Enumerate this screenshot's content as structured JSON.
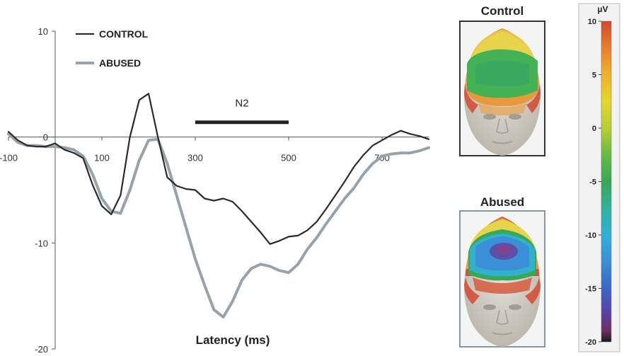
{
  "chart_data": {
    "type": "line",
    "xlabel": "Latency (ms)",
    "ylabel": "",
    "xlim": [
      -100,
      800
    ],
    "ylim": [
      -20,
      10
    ],
    "x_ticks": [
      {
        "value": -100,
        "label": "-100"
      },
      {
        "value": 100,
        "label": "100"
      },
      {
        "value": 300,
        "label": "300"
      },
      {
        "value": 500,
        "label": "500"
      },
      {
        "value": 700,
        "label": "700"
      }
    ],
    "y_ticks": [
      {
        "value": 10,
        "label": "10"
      },
      {
        "value": 0,
        "label": "0"
      },
      {
        "value": -10,
        "label": "-10"
      },
      {
        "value": -20,
        "label": "-20"
      }
    ],
    "legend_position": "top-left",
    "annotation": {
      "label": "N2",
      "x_start": 300,
      "x_end": 500,
      "y": 1.4
    },
    "series": [
      {
        "name": "CONTROL",
        "color": "#2b2b2b",
        "x": [
          -100,
          -80,
          -60,
          -40,
          -20,
          0,
          20,
          40,
          60,
          80,
          100,
          120,
          140,
          160,
          180,
          200,
          220,
          240,
          260,
          280,
          300,
          320,
          340,
          360,
          380,
          400,
          420,
          440,
          460,
          480,
          500,
          520,
          540,
          560,
          580,
          600,
          620,
          640,
          660,
          680,
          700,
          720,
          740,
          760,
          780,
          800
        ],
        "y": [
          0.5,
          -0.3,
          -0.8,
          -0.9,
          -0.9,
          -0.6,
          -1.2,
          -1.5,
          -2.0,
          -4.5,
          -6.5,
          -7.3,
          -5.5,
          0.0,
          3.5,
          4.1,
          0.0,
          -3.8,
          -4.6,
          -4.9,
          -5.0,
          -5.8,
          -6.0,
          -5.8,
          -6.1,
          -7.0,
          -8.0,
          -9.0,
          -10.1,
          -9.8,
          -9.4,
          -9.3,
          -8.8,
          -8.0,
          -6.8,
          -5.5,
          -4.2,
          -2.8,
          -1.7,
          -0.8,
          -0.3,
          0.2,
          0.6,
          0.3,
          0.1,
          -0.2
        ]
      },
      {
        "name": "ABUSED",
        "color": "#96a2ac",
        "x": [
          -100,
          -80,
          -60,
          -40,
          -20,
          0,
          20,
          40,
          60,
          80,
          100,
          120,
          140,
          160,
          180,
          200,
          220,
          240,
          260,
          280,
          300,
          320,
          340,
          360,
          380,
          400,
          420,
          440,
          460,
          480,
          500,
          520,
          540,
          560,
          580,
          600,
          620,
          640,
          660,
          680,
          700,
          720,
          740,
          760,
          780,
          800
        ],
        "y": [
          0.3,
          -0.5,
          -0.8,
          -0.8,
          -0.9,
          -0.9,
          -1.0,
          -1.2,
          -1.8,
          -3.5,
          -5.8,
          -7.0,
          -7.2,
          -5.0,
          -2.2,
          -0.3,
          -0.2,
          -2.5,
          -5.5,
          -8.5,
          -11.5,
          -14.0,
          -16.3,
          -17.0,
          -15.5,
          -13.5,
          -12.4,
          -12.0,
          -12.2,
          -12.6,
          -12.8,
          -12.0,
          -10.6,
          -9.5,
          -8.2,
          -7.0,
          -5.8,
          -4.8,
          -3.5,
          -2.5,
          -1.8,
          -1.6,
          -1.5,
          -1.5,
          -1.3,
          -1.0
        ]
      }
    ]
  },
  "topomaps": [
    {
      "title": "Control",
      "kind": "control"
    },
    {
      "title": "Abused",
      "kind": "abused"
    }
  ],
  "colorbar": {
    "unit": "µV",
    "range": [
      -20,
      10
    ],
    "ticks": [
      {
        "value": 10,
        "label": "10"
      },
      {
        "value": 5,
        "label": "5"
      },
      {
        "value": 0,
        "label": "0"
      },
      {
        "value": -5,
        "label": "-5"
      },
      {
        "value": -10,
        "label": "-10"
      },
      {
        "value": -15,
        "label": "-15"
      },
      {
        "value": -20,
        "label": "-20"
      }
    ],
    "stops": [
      {
        "value": 10,
        "color": "#d04a2e"
      },
      {
        "value": 7.5,
        "color": "#e8802a"
      },
      {
        "value": 5,
        "color": "#f0b22a"
      },
      {
        "value": 2.5,
        "color": "#e6d72a"
      },
      {
        "value": 0,
        "color": "#b7cf35"
      },
      {
        "value": -2.5,
        "color": "#66bb44"
      },
      {
        "value": -5,
        "color": "#3aa757"
      },
      {
        "value": -7.5,
        "color": "#2fb39c"
      },
      {
        "value": -10,
        "color": "#2fb2d6"
      },
      {
        "value": -12.5,
        "color": "#3a8fd6"
      },
      {
        "value": -15,
        "color": "#3b66c4"
      },
      {
        "value": -17.5,
        "color": "#5c3f9e"
      },
      {
        "value": -19,
        "color": "#6e2e5c"
      },
      {
        "value": -20,
        "color": "#1a1a1a"
      }
    ]
  }
}
